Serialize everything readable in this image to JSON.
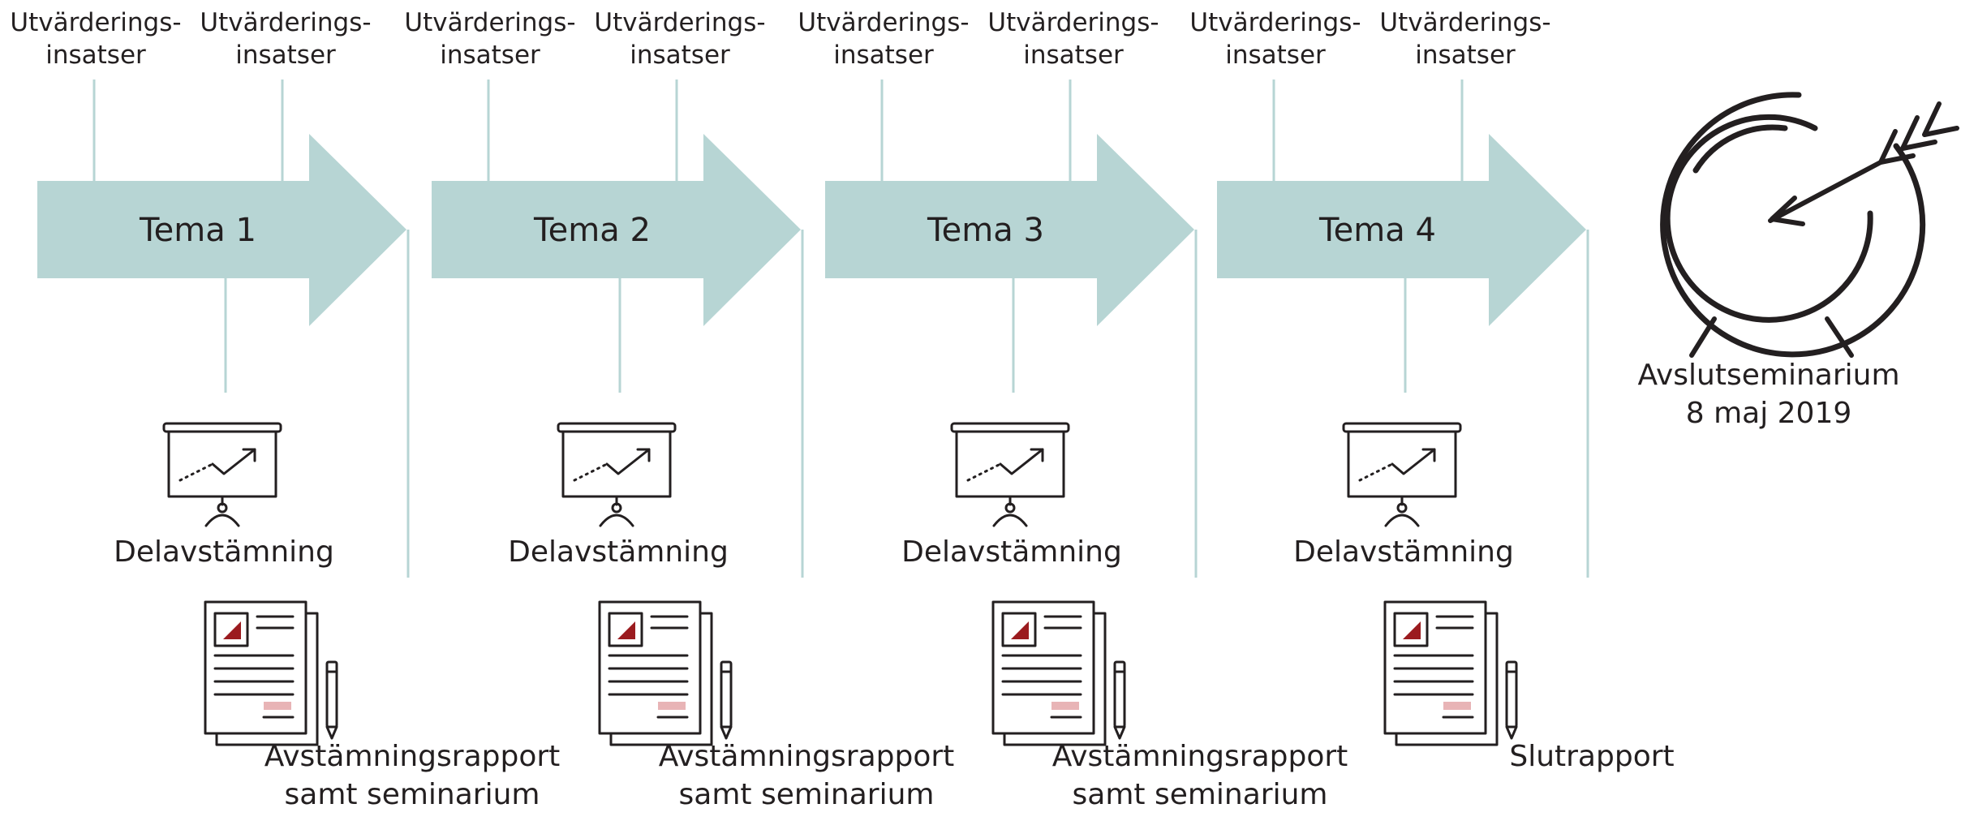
{
  "colors": {
    "arrow": "#b7d5d4",
    "line": "#b7d5d4",
    "ink": "#231f20",
    "accent_red": "#9b1b1f",
    "accent_pink": "#e8b4b6"
  },
  "stages": [
    {
      "tema": "Tema 1",
      "top_left": "Utvärderings-\ninsatser",
      "top_right": "Utvärderings-\ninsatser",
      "mid": "Delavstämning",
      "report": "Avstämningsrapport\nsamt seminarium"
    },
    {
      "tema": "Tema 2",
      "top_left": "Utvärderings-\ninsatser",
      "top_right": "Utvärderings-\ninsatser",
      "mid": "Delavstämning",
      "report": "Avstämningsrapport\nsamt seminarium"
    },
    {
      "tema": "Tema 3",
      "top_left": "Utvärderings-\ninsatser",
      "top_right": "Utvärderings-\ninsatser",
      "mid": "Delavstämning",
      "report": "Avstämningsrapport\nsamt seminarium"
    },
    {
      "tema": "Tema 4",
      "top_left": "Utvärderings-\ninsatser",
      "top_right": "Utvärderings-\ninsatser",
      "mid": "Delavstämning",
      "report": "Slutrapport"
    }
  ],
  "goal": {
    "label": "Avslutseminarium\n8 maj 2019"
  },
  "icons": {
    "presentation": "presentation-board-icon",
    "report": "report-document-icon",
    "goal": "target-with-arrow-icon"
  }
}
